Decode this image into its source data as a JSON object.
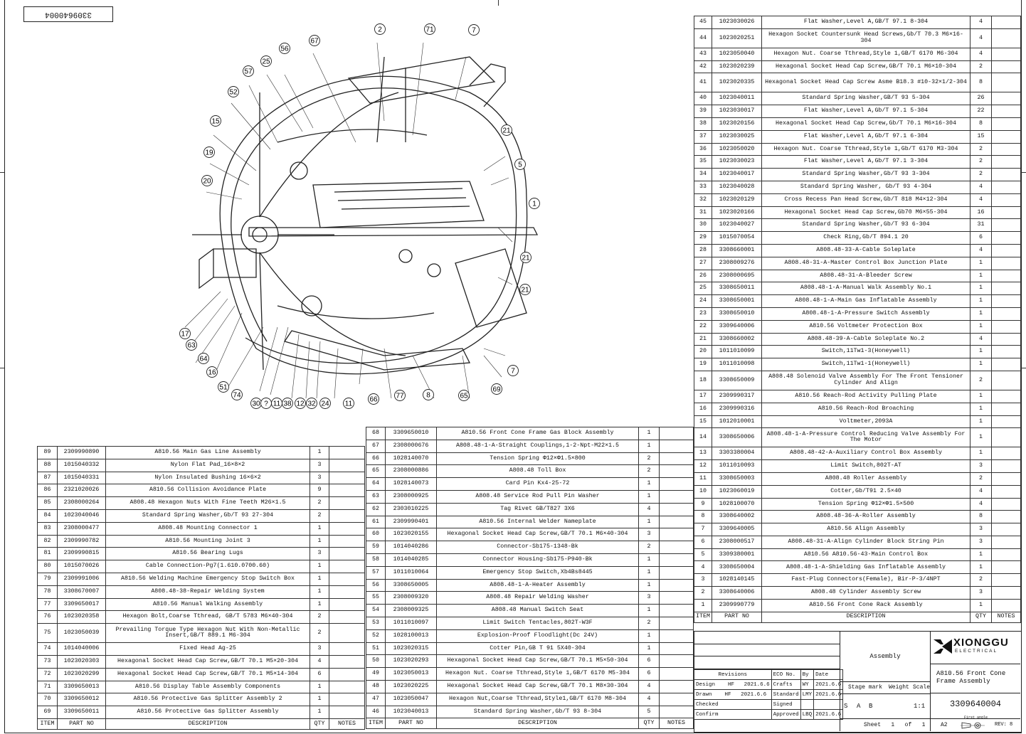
{
  "stamp": "3309640004",
  "drawing": {
    "callouts": [
      "2",
      "71",
      "7",
      "67",
      "56",
      "25",
      "57",
      "52",
      "15",
      "19",
      "20",
      "21",
      "5",
      "1",
      "21",
      "21",
      "17",
      "63",
      "64",
      "16",
      "51",
      "74",
      "30",
      "?",
      "11",
      "38",
      "12",
      "32",
      "24",
      "11",
      "66",
      "77",
      "8",
      "65",
      "69",
      "7"
    ]
  },
  "header": {
    "item": "ITEM",
    "part_no": "PART NO",
    "description": "DESCRIPTION",
    "qty": "QTY",
    "notes": "NOTES"
  },
  "bom_right": [
    [
      "45",
      "1023030026",
      "Flat Washer,Level A,GB/T 97.1 8-304",
      "4"
    ],
    [
      "44",
      "1023020251",
      "Hexagon Socket Countersunk Head Screws,Gb/T 70.3 M6×16-304",
      "4"
    ],
    [
      "43",
      "1023050040",
      "Hexagon Nut. Coarse Tthread,Style 1,GB/T 6170 M6-304",
      "4"
    ],
    [
      "42",
      "1023020239",
      "Hexagonal Socket Head Cap Screw,GB/T 70.1 M6×10-304",
      "2"
    ],
    [
      "41",
      "1023020335",
      "Hexagonal Socket Head Cap Screw Asme B18.3 #10-32×1/2-304",
      "8"
    ],
    [
      "40",
      "1023040011",
      "Standard Spring Washer,GB/T 93 5-304",
      "26"
    ],
    [
      "39",
      "1023030017",
      "Flat Washer,Level A,Gb/T 97.1 5-304",
      "22"
    ],
    [
      "38",
      "1023020156",
      "Hexagonal Socket Head Cap Screw,Gb/T 70.1 M6×16-304",
      "8"
    ],
    [
      "37",
      "1023030025",
      "Flat Washer,Level A,Gb/T 97.1 6-304",
      "15"
    ],
    [
      "36",
      "1023050020",
      "Hexagon Nut. Coarse Tthread,Style 1,Gb/T 6170 M3-304",
      "2"
    ],
    [
      "35",
      "1023030023",
      "Flat Washer,Level A,Gb/T 97.1 3-304",
      "2"
    ],
    [
      "34",
      "1023040017",
      "Standard Spring Washer,Gb/T 93 3-304",
      "2"
    ],
    [
      "33",
      "1023040028",
      "Standard Spring Washer, Gb/T 93 4-304",
      "4"
    ],
    [
      "32",
      "1023020129",
      "Cross Recess Pan Head Screw,Gb/T 818 M4×12-304",
      "4"
    ],
    [
      "31",
      "1023020166",
      "Hexagonal Socket Head Cap Screw,Gb70 M6×55-304",
      "16"
    ],
    [
      "30",
      "1023040027",
      "Standard Spring Washer,Gb/T 93 6-304",
      "31"
    ],
    [
      "29",
      "1015070054",
      "Check Ring,Gb/T 894.1 20",
      "6"
    ],
    [
      "28",
      "3308660001",
      "A808.48-33-A-Cable Soleplate",
      "4"
    ],
    [
      "27",
      "2308009276",
      "A808.48-31-A-Master Control Box Junction Plate",
      "1"
    ],
    [
      "26",
      "2308000695",
      "A808.48-31-A-Bleeder Screw",
      "1"
    ],
    [
      "25",
      "3308650011",
      "A808.48-1-A-Manual Walk Assembly No.1",
      "1"
    ],
    [
      "24",
      "3308650001",
      "A808.48-1-A-Main Gas Inflatable Assembly",
      "1"
    ],
    [
      "23",
      "3308650010",
      "A808.48-1-A-Pressure Switch Assembly",
      "1"
    ],
    [
      "22",
      "3309640006",
      "A810.56 Voltmeter Protection Box",
      "1"
    ],
    [
      "21",
      "3308660002",
      "A808.48-39-A-Cable Soleplate No.2",
      "4"
    ],
    [
      "20",
      "1011010099",
      "Switch,11Tw1-3(Honeywell)",
      "1"
    ],
    [
      "19",
      "1011010098",
      "Switch,11Tw1-1(Honeywell)",
      "1"
    ],
    [
      "18",
      "3308650009",
      "A808.48 Solenoid Valve Assembly For The Front Tensioner Cylinder And Align",
      "2"
    ],
    [
      "17",
      "2309990317",
      "A810.56 Reach-Rod Activity Pulling Plate",
      "1"
    ],
    [
      "16",
      "2309990316",
      "A810.56 Reach-Rod Broaching",
      "1"
    ],
    [
      "15",
      "1012010001",
      "Voltmeter,2093A",
      "1"
    ],
    [
      "14",
      "3308650006",
      "A808.48-1-A-Pressure Control Reducing Valve Assembly For The Motor",
      "1"
    ],
    [
      "13",
      "3303380004",
      "A808.48-42-A-Auxiliary Control Box Assembly",
      "1"
    ],
    [
      "12",
      "1011010093",
      "Limit Switch,802T-AT",
      "3"
    ],
    [
      "11",
      "3308650003",
      "A808.48 Roller Assembly",
      "2"
    ],
    [
      "10",
      "1023060019",
      "Cotter,Gb/T91 2.5×40",
      "4"
    ],
    [
      "9",
      "1028100070",
      "Tension Spring Φ12×Φ1.5×500",
      "4"
    ],
    [
      "8",
      "3308640002",
      "A808.48-36-A-Roller Assembly",
      "8"
    ],
    [
      "7",
      "3309640005",
      "A810.56 Align Assembly",
      "3"
    ],
    [
      "6",
      "2308000517",
      "A808.48-31-A-Align Cylinder Block String Pin",
      "3"
    ],
    [
      "5",
      "3309380001",
      "A810.56 A810.56-43-Main Control Box",
      "1"
    ],
    [
      "4",
      "3308650004",
      "A808.48-1-A-Shielding Gas Inflatable Assembly",
      "1"
    ],
    [
      "3",
      "1028140145",
      "Fast-Plug Connectors(Female), Bir-P-3/4NPT",
      "2"
    ],
    [
      "2",
      "3308640006",
      "A808.48 Cylinder Assembly Screw",
      "3"
    ],
    [
      "1",
      "2309990779",
      "A810.56 Front Cone Rack Assembly",
      "1"
    ]
  ],
  "bom_mid": [
    [
      "68",
      "3309650010",
      "A810.56 Front Cone Frame Gas Block Assembly",
      "1"
    ],
    [
      "67",
      "2308000676",
      "A808.48-1-A-Straight Couplings,1-2-Npt-M22×1.5",
      "1"
    ],
    [
      "66",
      "1028140070",
      "Tension Spring Φ12×Φ1.5×800",
      "2"
    ],
    [
      "65",
      "2308000886",
      "A808.48 Toll Box",
      "2"
    ],
    [
      "64",
      "1028140073",
      "Card Pin Kx4-25-72",
      "1"
    ],
    [
      "63",
      "2308000925",
      "A808.48 Service Rod Pull Pin Washer",
      "1"
    ],
    [
      "62",
      "2303010225",
      "Tag Rivet GB/T827 3X6",
      "4"
    ],
    [
      "61",
      "2309990401",
      "A810.56 Internal Welder Nameplate",
      "1"
    ],
    [
      "60",
      "1023020155",
      "Hexagonal Socket Head Cap Screw,GB/T 70.1 M6×40-304",
      "3"
    ],
    [
      "59",
      "1014040286",
      "Connector-Sb175-1348-Bk",
      "2"
    ],
    [
      "58",
      "1014040285",
      "Connector Housing-Sb175-P940-Bk",
      "1"
    ],
    [
      "57",
      "1011010064",
      "Emergency Stop Switch,Xb4Bs8445",
      "1"
    ],
    [
      "56",
      "3308650005",
      "A808.48-1-A-Heater Assembly",
      "1"
    ],
    [
      "55",
      "2308009320",
      "A808.48 Repair Welding Washer",
      "3"
    ],
    [
      "54",
      "2308009325",
      "A808.48 Manual Switch Seat",
      "1"
    ],
    [
      "53",
      "1011010097",
      "Limit Switch Tentacles,802T-W3F",
      "2"
    ],
    [
      "52",
      "1028100013",
      "Explosion-Proof Floodlight(Dc 24V)",
      "1"
    ],
    [
      "51",
      "1023020315",
      "Cotter Pin,GB T 91 5X40-304",
      "1"
    ],
    [
      "50",
      "1023020293",
      "Hexagonal Socket Head Cap Screw,GB/T 70.1 M5×50-304",
      "6"
    ],
    [
      "49",
      "1023050013",
      "Hexagon Nut. Coarse Tthread,Style 1,GB/T 6170 M5-304",
      "6"
    ],
    [
      "48",
      "1023020225",
      "Hexagonal Socket Head Cap Screw,GB/T 70.1 M8×30-304",
      "4"
    ],
    [
      "47",
      "1023050047",
      "Hexagon Nut,Coarse Tthread,Style1,GB/T 6170 M8-304",
      "4"
    ],
    [
      "46",
      "1023040013",
      "Standard Spring Washer,Gb/T 93 8-304",
      "5"
    ]
  ],
  "bom_left": [
    [
      "89",
      "2309990890",
      "A810.56 Main Gas Line Assembly",
      "1"
    ],
    [
      "88",
      "1015040332",
      "Nylon Flat Pad_16×8×2",
      "3"
    ],
    [
      "87",
      "1015040331",
      "Nylon Insulated Bushing 16×6×2",
      "3"
    ],
    [
      "86",
      "2321020026",
      "A810.56 Collision Avoidance Plate",
      "9"
    ],
    [
      "85",
      "2308000264",
      "A808.48 Hexagon Nuts With Fine Teeth M26×1.5",
      "2"
    ],
    [
      "84",
      "1023040046",
      "Standard Spring Washer,Gb/T 93 27-304",
      "2"
    ],
    [
      "83",
      "2308000477",
      "A808.48 Mounting Connector 1",
      "1"
    ],
    [
      "82",
      "2309990782",
      "A810.56 Mounting Joint 3",
      "1"
    ],
    [
      "81",
      "2309990815",
      "A810.56 Bearing Lugs",
      "3"
    ],
    [
      "80",
      "1015070026",
      "Cable Connection-Pg7(1.610.0700.60)",
      "1"
    ],
    [
      "79",
      "2309991006",
      "A810.56 Welding Machine Emergency Stop Switch Box",
      "1"
    ],
    [
      "78",
      "3308670007",
      "A808.48-38-Repair Welding System",
      "1"
    ],
    [
      "77",
      "3309650017",
      "A810.56 Manual Walking Assembly",
      "1"
    ],
    [
      "76",
      "1023020358",
      "Hexagon Bolt,Coarse Tthread, GB/T 5783 M6×40-304",
      "2"
    ],
    [
      "75",
      "1023050039",
      "Prevailing Torque Type Hexagon Nut With Non-Metallic Insert,GB/T 889.1 M6-304",
      "2"
    ],
    [
      "74",
      "1014040006",
      "Fixed Head Ag-25",
      "3"
    ],
    [
      "73",
      "1023020303",
      "Hexagonal Socket Head Cap Screw,GB/T 70.1 M5×20-304",
      "4"
    ],
    [
      "72",
      "1023020299",
      "Hexagonal Socket Head Cap Screw,GB/T 70.1 M5×14-304",
      "6"
    ],
    [
      "71",
      "3309650013",
      "A810.56 Display Table Assembly Components",
      "1"
    ],
    [
      "70",
      "3309650012",
      "A810.56 Protective Gas Splitter Assembly 2",
      "1"
    ],
    [
      "69",
      "3309650011",
      "A810.56 Protective Gas Splitter Assembly",
      "1"
    ]
  ],
  "title_block": {
    "assembly": "Assembly",
    "logo": "XIONGGU",
    "logo_sub": "ELECTRICAL",
    "revisions": "Revisions",
    "eco": "ECO No.",
    "by": "By",
    "date": "Date",
    "design": "Design",
    "drawn": "Drawn",
    "checked": "Checked",
    "confirm": "Confirm",
    "designer": "HF",
    "drawer": "HF",
    "d1": "2021.6.6",
    "d2": "2021.6.6",
    "crafts": "Crafts",
    "standard": "Standard",
    "signed": "Signed",
    "approved": "Approved",
    "crafts_by": "WY",
    "standard_by": "LMY",
    "approved_by": "LBQ",
    "d3": "2021.6.6",
    "d4": "2021.6.6",
    "d5": "2021.6.6",
    "stage_mark": "Stage mark",
    "weight": "Weight",
    "scale": "Scale",
    "s": "S",
    "a": "A",
    "b": "B",
    "scale_val": "1:1",
    "name": "A810.56 Front Cone Frame Assembly",
    "number": "3309640004",
    "sheet": "Sheet",
    "sheet_n": "1",
    "of": "of",
    "sheet_t": "1",
    "size": "A2",
    "first_angle": "First angle",
    "rev": "REV: 8"
  },
  "colors": {
    "line": "#222222",
    "paper": "#ffffff"
  }
}
